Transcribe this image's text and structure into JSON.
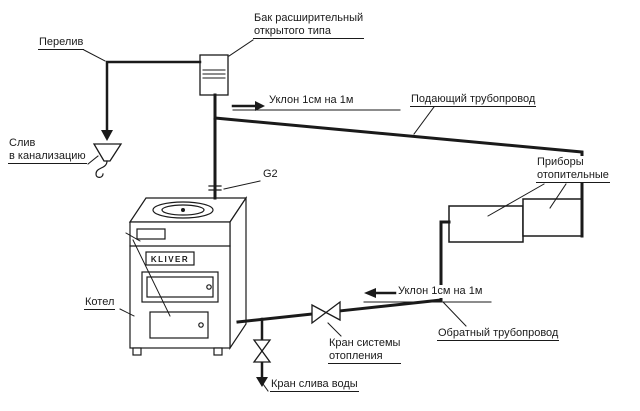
{
  "colors": {
    "line": "#1a1a1a",
    "background": "#ffffff"
  },
  "labels": {
    "overflow": "Перелив",
    "expansion_tank": [
      "Бак расширительный",
      "открытого типа"
    ],
    "drain_to_sewer": [
      "Слив",
      "в канализацию"
    ],
    "slope_supply": "Уклон 1см на 1м",
    "supply_pipe": "Подающий трубопровод",
    "radiators": [
      "Приборы",
      "отопительные"
    ],
    "g2": "G2",
    "boiler": "Котел",
    "slope_return": "Уклон 1см на 1м",
    "return_pipe": "Обратный трубопровод",
    "system_valve": [
      "Кран системы",
      "отопления"
    ],
    "drain_valve": "Кран слива воды",
    "boiler_brand": "KLIVER"
  }
}
